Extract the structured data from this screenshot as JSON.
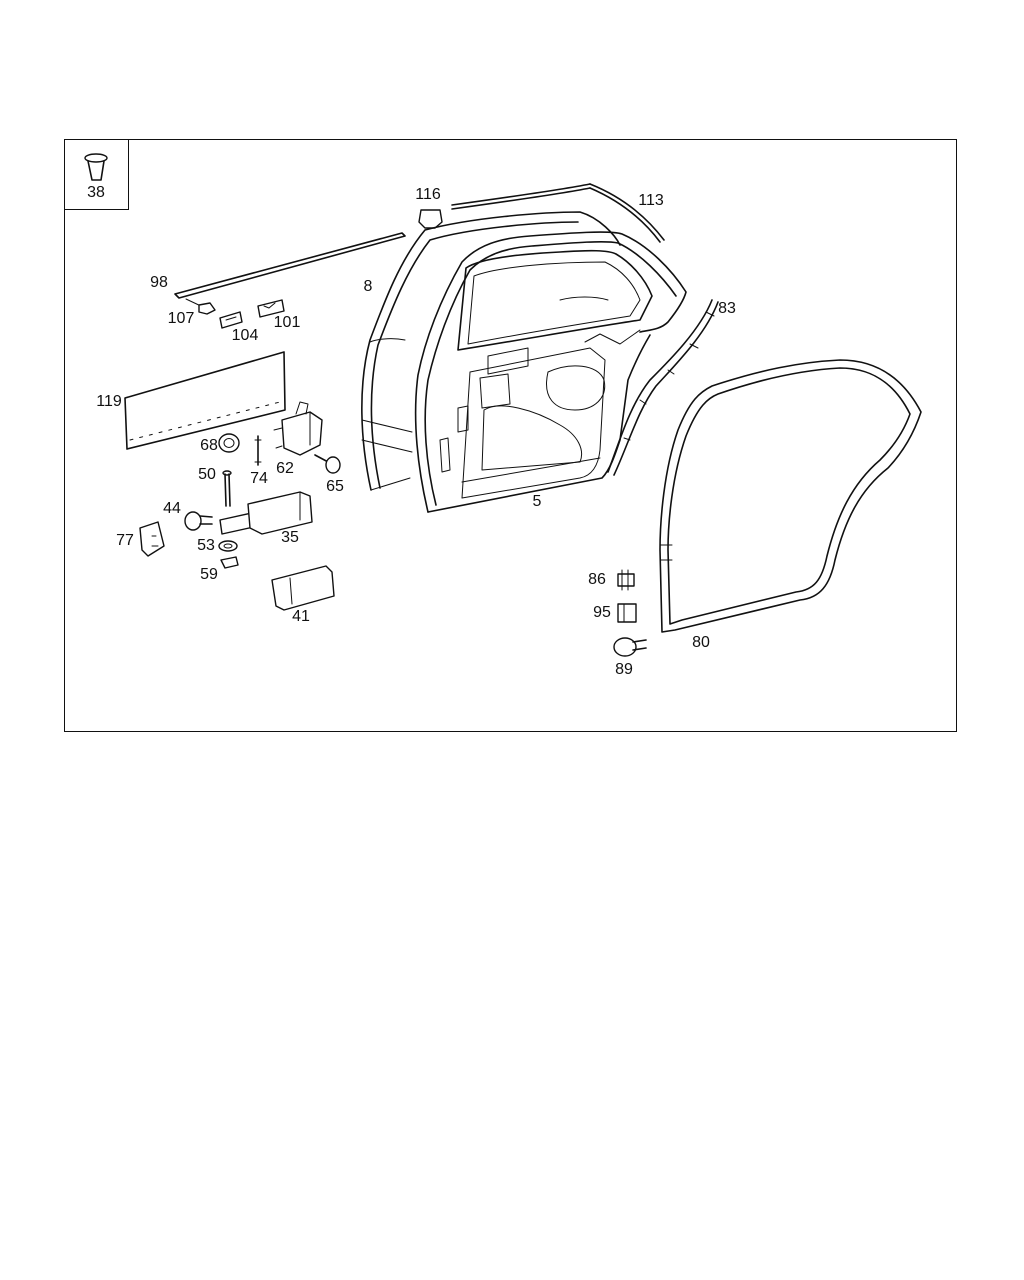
{
  "diagram": {
    "inset_label": "38",
    "callouts": {
      "c116": "116",
      "c113": "113",
      "c98": "98",
      "c8": "8",
      "c107": "107",
      "c101": "101",
      "c104": "104",
      "c83": "83",
      "c119": "119",
      "c68": "68",
      "c62": "62",
      "c74": "74",
      "c50": "50",
      "c65": "65",
      "c44": "44",
      "c5": "5",
      "c35": "35",
      "c77": "77",
      "c53": "53",
      "c59": "59",
      "c86": "86",
      "c95": "95",
      "c41": "41",
      "c80": "80",
      "c89": "89"
    }
  }
}
